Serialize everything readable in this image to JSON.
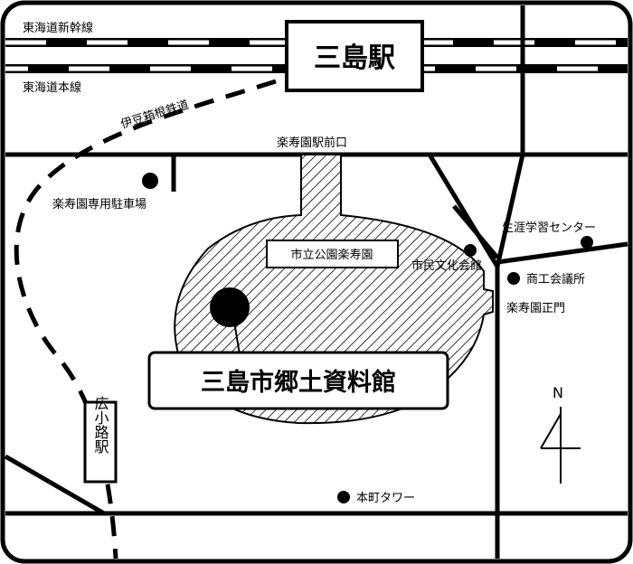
{
  "map": {
    "station_main": "三島駅",
    "line_shinkansen": "東海道新幹線",
    "line_honsen": "東海道本線",
    "line_izuhakone": "伊豆箱根鉄道",
    "road_ekimae": "楽寿園駅前口",
    "parking": "楽寿園専用駐車場",
    "park": "市立公園楽寿園",
    "culture_hall": "市民文化会館",
    "learning_center": "生涯学習センター",
    "commerce_hall": "商工会議所",
    "main_gate": "楽寿園正門",
    "museum": "三島市郷土資料館",
    "station_hirokoji": "広小路駅",
    "honmachi_tower": "本町タワー",
    "north_letter": "N"
  }
}
